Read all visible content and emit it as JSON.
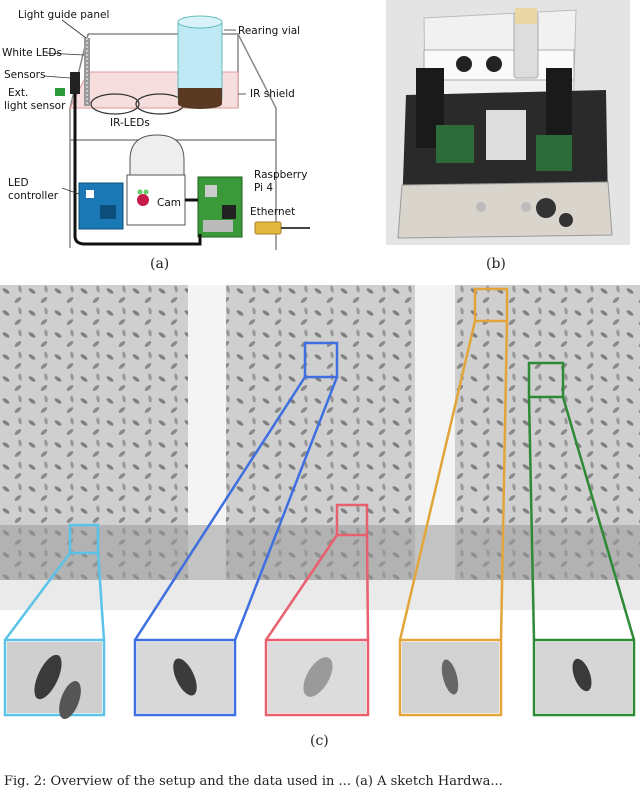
{
  "schematic": {
    "labels": {
      "light_guide_panel": "Light guide panel",
      "white_leds": "White LEDs",
      "sensors": "Sensors",
      "ext_light_sensor_1": "Ext.",
      "ext_light_sensor_2": "light sensor",
      "ir_leds": "IR-LEDs",
      "rearing_vial": "Rearing vial",
      "ir_shield": "IR shield",
      "led_controller_1": "LED",
      "led_controller_2": "controller",
      "cam": "Cam",
      "raspberry_pi_1": "Raspberry",
      "raspberry_pi_2": "Pi 4",
      "ethernet": "Ethernet"
    }
  },
  "captions": {
    "a": "(a)",
    "b": "(b)",
    "c": "(c)"
  },
  "zoom_colors": {
    "cyan": "#5bc3e8",
    "blue": "#3f6fe0",
    "pink": "#e8606e",
    "orange": "#e3a53a",
    "green": "#2e8a34"
  },
  "figure_caption": "Fig. 2: Overview of the setup and the data used in ... (a) A sketch Hardwa..."
}
